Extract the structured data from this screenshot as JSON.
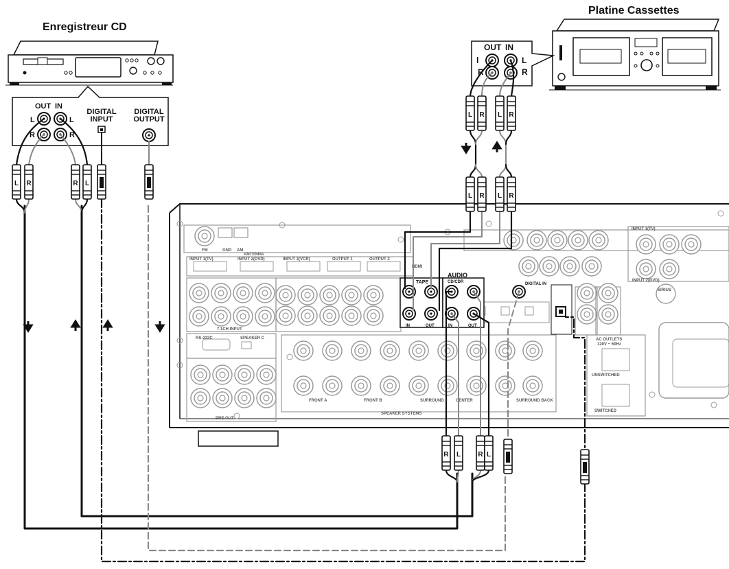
{
  "devices": {
    "cd_recorder": {
      "title": "Enregistreur CD",
      "out_label": "OUT",
      "in_label": "IN",
      "left_label": "L",
      "right_label": "R",
      "digital_input_label_1": "DIGITAL",
      "digital_input_label_2": "INPUT",
      "digital_output_label_1": "DIGITAL",
      "digital_output_label_2": "OUTPUT"
    },
    "cassette_deck": {
      "title": "Platine Cassettes",
      "out_label": "OUT",
      "in_label": "IN",
      "left_label": "L",
      "left_label_alt": "l",
      "right_label": "R"
    }
  },
  "plugs": {
    "left": "L",
    "right": "R"
  },
  "receiver": {
    "audio_label": "AUDIO",
    "cd_cdr_label": "CD/CDR",
    "tape_label": "TAPE",
    "in_label": "IN",
    "out_label": "OUT",
    "digital_in_label": "DIGITAL IN",
    "antenna_label": "ANTENNA",
    "fm_label": "FM",
    "gnd_label": "GND",
    "am_label": "AM",
    "hdmi_label": "HDMI",
    "input1_tv": "INPUT 1(TV)",
    "input2_dvd": "INPUT 2(DVD)",
    "input3_vcr": "INPUT 3(VCR)",
    "output1": "OUTPUT 1",
    "output2": "OUTPUT 2",
    "input_7_1": "7.1CH INPUT",
    "pre_out": "PRE OUT",
    "speaker_systems": "SPEAKER SYSTEMS",
    "front_a": "FRONT A",
    "front_b": "FRONT B",
    "surround": "SURROUND",
    "center": "CENTER",
    "surround_back": "SURROUND BACK",
    "ac_outlets": "AC OUTLETS",
    "ac_voltage": "120V ~ 60Hz",
    "unswitched": "UNSWITCHED",
    "switched": "SWITCHED",
    "rs232c": "RS-232C",
    "speaker_c": "SPEAKER C",
    "sirius": "SIRIUS",
    "input_1_tv_right": "INPUT 1(TV)",
    "input_2_dvd_right": "INPUT 2(DVD)"
  },
  "colors": {
    "solid_cable": "#111111",
    "grey_cable": "#888888",
    "panel_line": "#9a9a9a"
  }
}
